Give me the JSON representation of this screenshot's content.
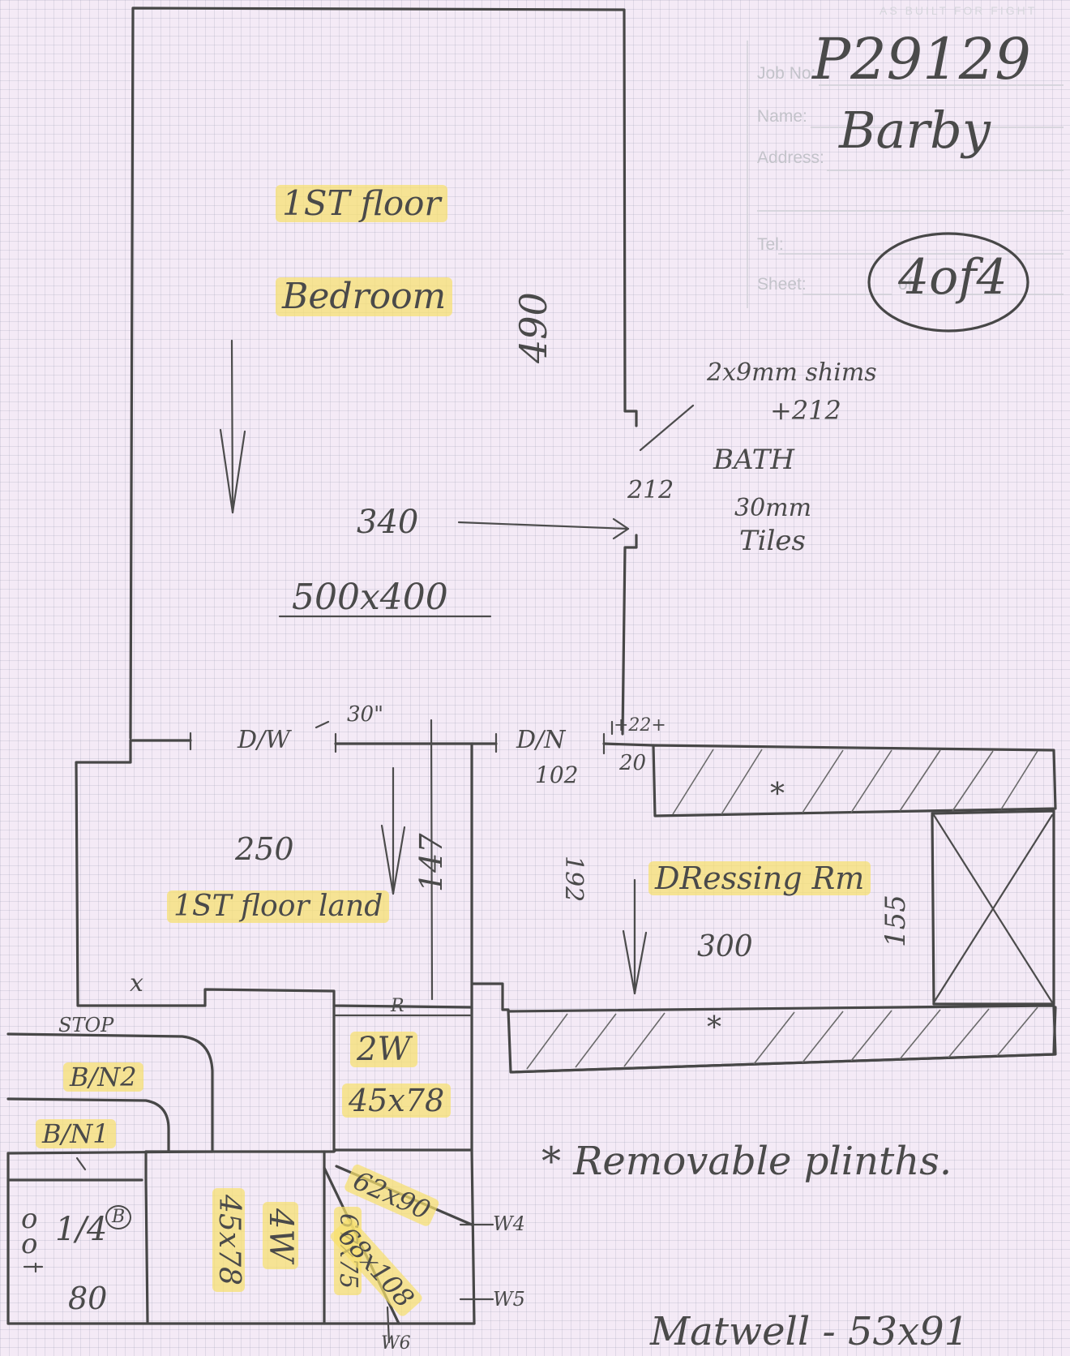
{
  "form": {
    "job_no_label": "Job No:",
    "name_label": "Name:",
    "address_label": "Address:",
    "tel_label": "Tel:",
    "sheet_label": "Sheet:",
    "sheet_of": "of",
    "header_faint": "AS BUILT FOR FIGHT"
  },
  "job": {
    "number": "P29129",
    "name": "Barby",
    "sheet": "4of4"
  },
  "rooms": {
    "bedroom_floor": "1ST floor",
    "bedroom_name": "Bedroom",
    "landing": "1ST floor land",
    "dressing": "DRessing Rm",
    "bath": "BATH"
  },
  "dimensions": {
    "bedroom_length": "490",
    "bedroom_width": "340",
    "radiator": "500x400",
    "bath_notch": "212",
    "landing_width": "250",
    "landing_cupboard": "147",
    "door_1": "D/W",
    "door_1_width": "30\"",
    "door_2": "D/N",
    "door_2_width": "102",
    "door_2_offset": "20",
    "door_2_note": "+22+",
    "dressing_length": "300",
    "dressing_depth": "192",
    "dressing_wardrobe": "155",
    "cupboard_2": "2W",
    "cupboard_2_size": "45x78",
    "cupboard_4": "4W",
    "cupboard_4_size": "45x78",
    "cupboard_w4": "62x90",
    "cupboard_w5": "68x108",
    "cupboard_w6": "67x75",
    "bn1_size": "80",
    "cupboard_small": "1/4"
  },
  "notes": {
    "shims": "2x9mm shims",
    "shims_2": "+212",
    "tiles": "30mm",
    "tiles_2": "Tiles",
    "plinths": "* Removable plinths.",
    "matwell": "Matwell - 53x91",
    "stop": "STOP",
    "bn2": "B/N2",
    "bn1": "B/N1",
    "w4": "W4",
    "w5": "W5",
    "w6": "W6",
    "b_mark": "B",
    "r_mark": "R",
    "x_mark": "x",
    "star": "*"
  }
}
